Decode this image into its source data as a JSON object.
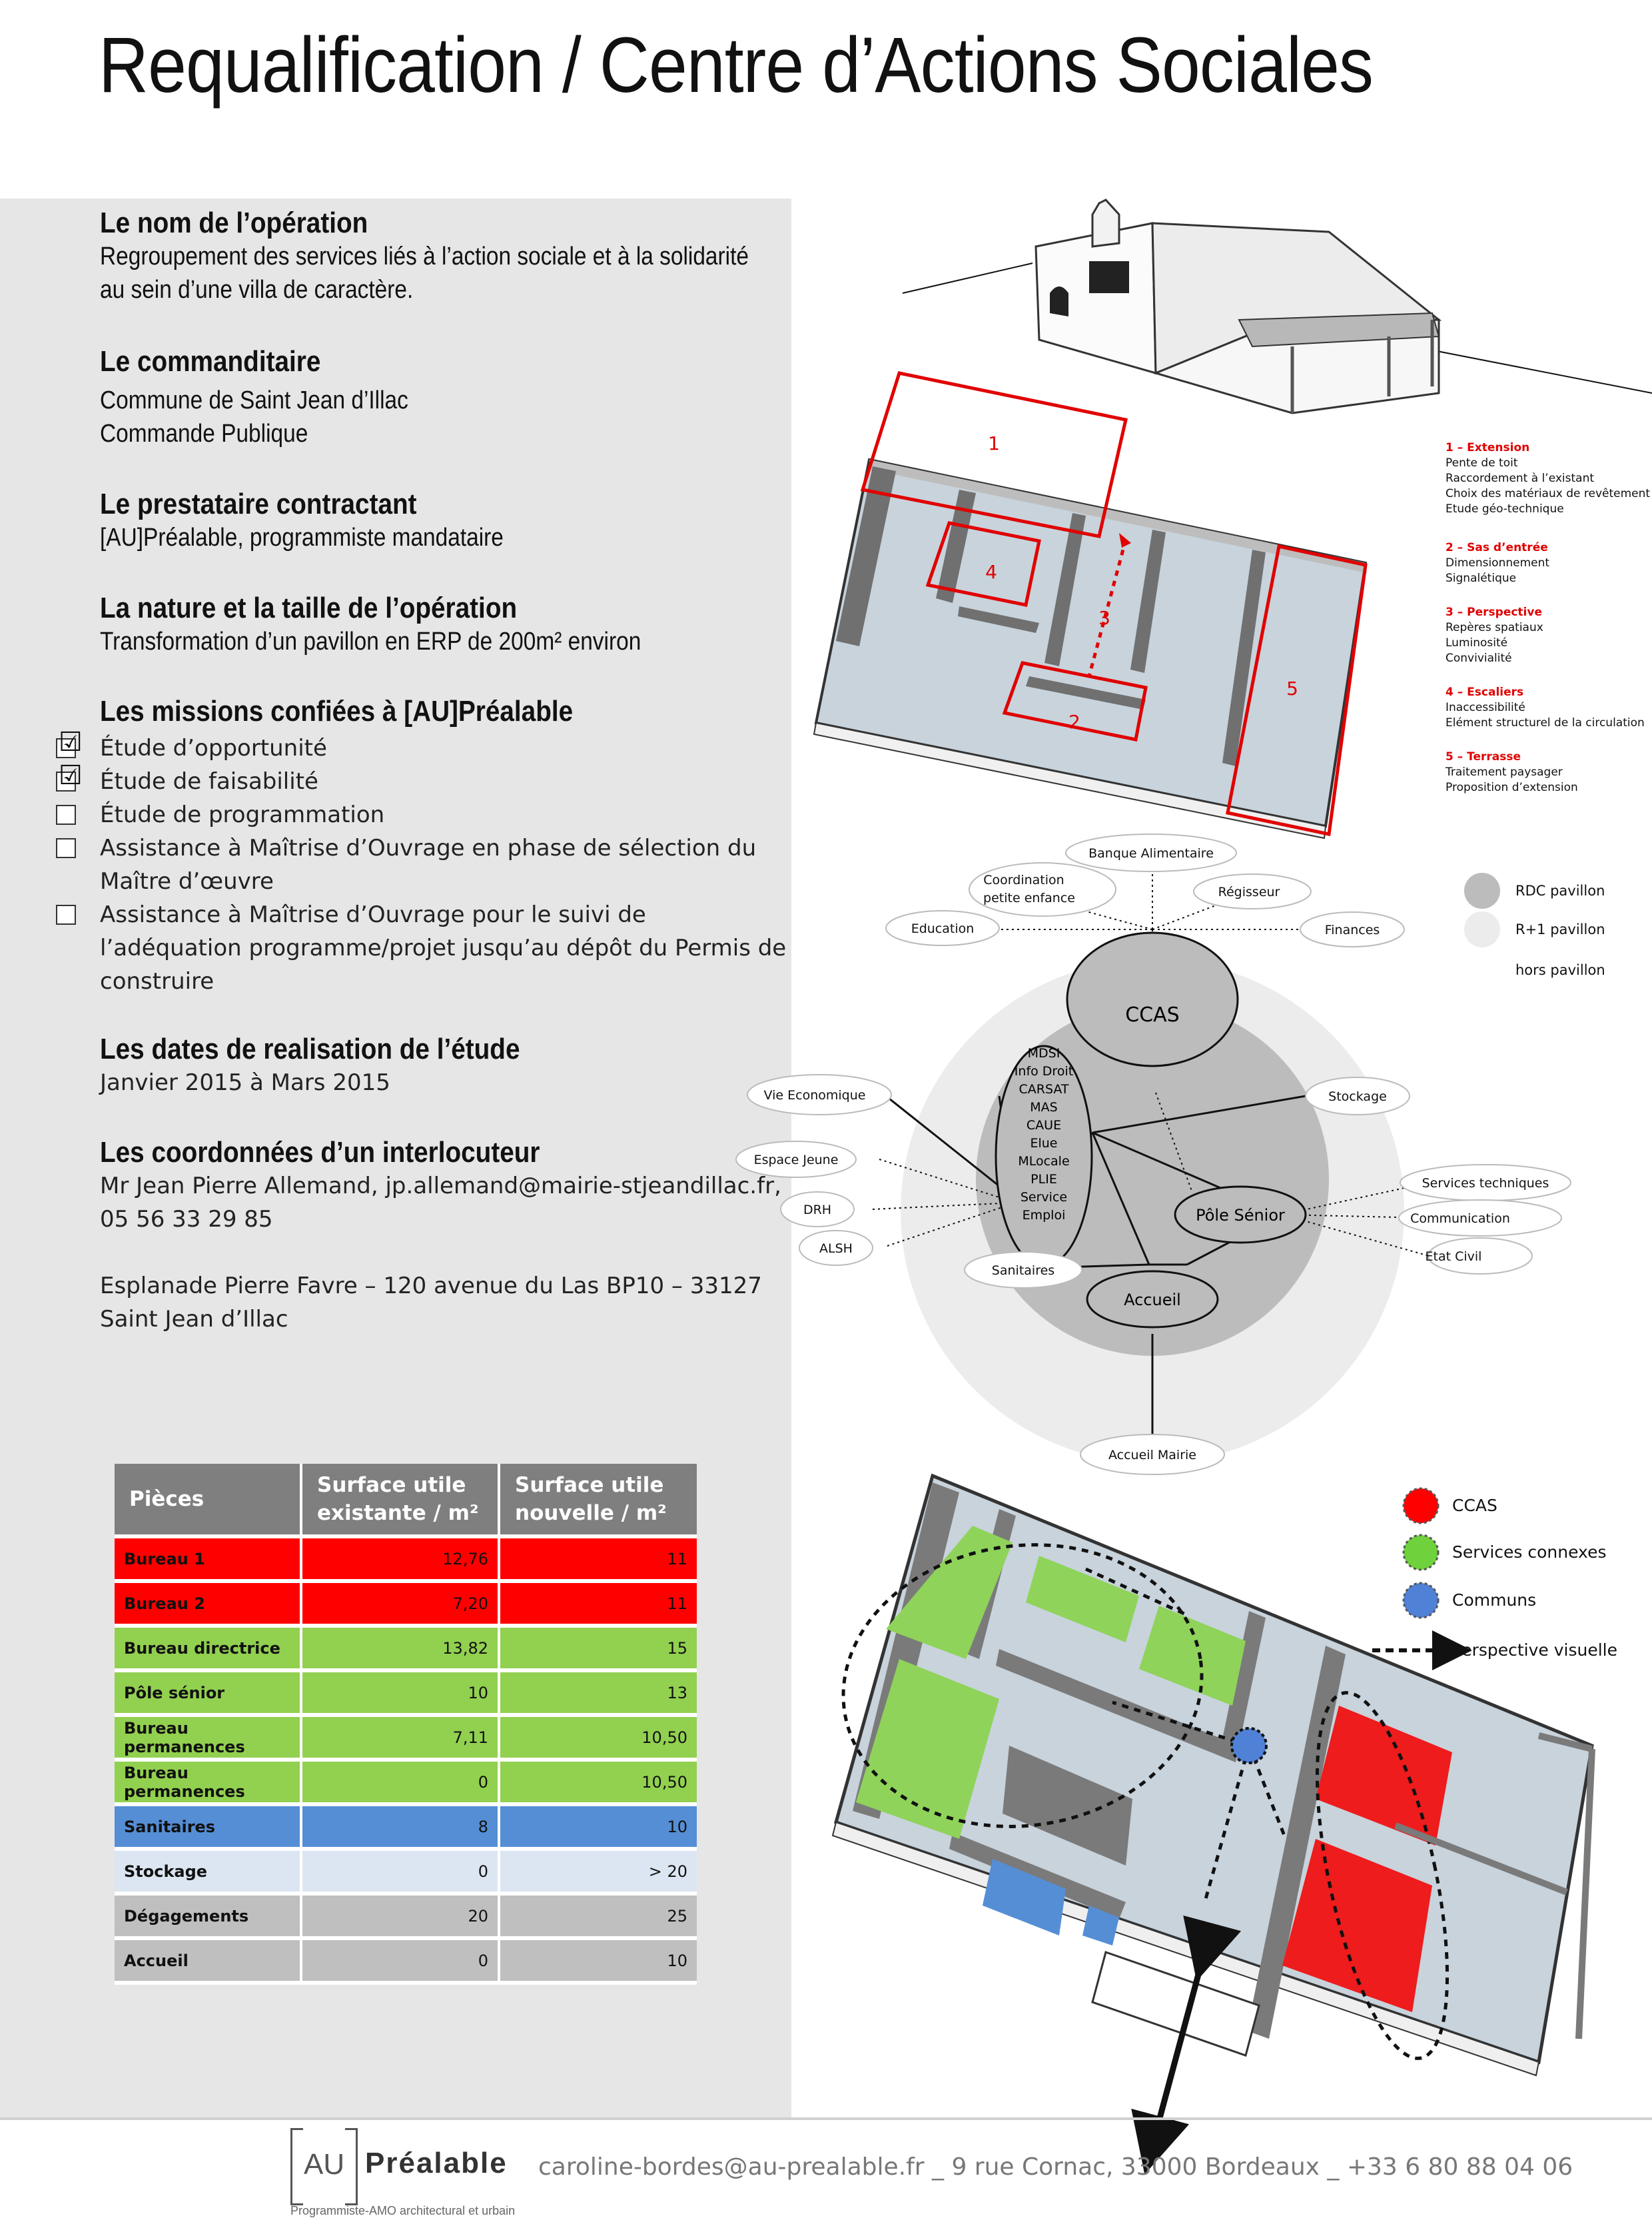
{
  "title": "Requalification / Centre d’Actions Sociales",
  "sections": {
    "nom": {
      "heading": "Le nom de l’opération",
      "lines": [
        "Regroupement des services liés à l’action sociale et à la solidarité",
        "au sein d’une villa de caractère."
      ]
    },
    "commanditaire": {
      "heading": "Le commanditaire",
      "lines": [
        "Commune de Saint Jean d’Illac",
        "Commande Publique"
      ]
    },
    "prestataire": {
      "heading": "Le prestataire contractant",
      "lines": [
        "[AU]Préalable, programmiste mandataire"
      ]
    },
    "nature": {
      "heading": "La nature et la taille de l’opération",
      "line": "Transformation d’un pavillon en ERP de 200m² environ"
    },
    "missions": {
      "heading": "Les missions confiées à [AU]Préalable",
      "items": [
        {
          "label": "Étude d’opportunité",
          "checked": true
        },
        {
          "label": "Étude de faisabilité",
          "checked": true
        },
        {
          "label": "Étude de programmation",
          "checked": false
        },
        {
          "label": "Assistance à Maîtrise d’Ouvrage en phase de sélection du Maître d’œuvre",
          "checked": false
        },
        {
          "label": "Assistance à Maîtrise d’Ouvrage pour le suivi de l’adéquation programme/projet jusqu’au dépôt du Permis de construire",
          "checked": false
        }
      ],
      "check_glyph": "☑"
    },
    "dates": {
      "heading": "Les dates de realisation de l’étude",
      "line": "Janvier 2015 à Mars 2015"
    },
    "coordonnees": {
      "heading": "Les coordonnées d’un interlocuteur",
      "lines": [
        "Mr Jean Pierre Allemand, jp.allemand@mairie-stjeandillac.fr,",
        "05 56 33 29 85"
      ],
      "address": [
        "Esplanade Pierre Favre – 120 avenue du Las BP10 – 33127",
        "Saint Jean d’Illac"
      ]
    }
  },
  "table": {
    "headers": [
      "Pièces",
      "Surface utile existante / m²",
      "Surface utile nouvelle / m²"
    ],
    "header_lines": [
      [
        "Pièces"
      ],
      [
        "Surface utile",
        "existante / m²"
      ],
      [
        "Surface utile",
        "nouvelle / m²"
      ]
    ],
    "rows": [
      {
        "piece": "Bureau 1",
        "existante": "12,76",
        "nouvelle": "11",
        "color": "#ff0000"
      },
      {
        "piece": "Bureau 2",
        "existante": "7,20",
        "nouvelle": "11",
        "color": "#ff0000"
      },
      {
        "piece": "Bureau directrice",
        "existante": "13,82",
        "nouvelle": "15",
        "color": "#92d050"
      },
      {
        "piece": "Pôle sénior",
        "existante": "10",
        "nouvelle": "13",
        "color": "#92d050"
      },
      {
        "piece": "Bureau permanences",
        "existante": "7,11",
        "nouvelle": "10,50",
        "color": "#92d050"
      },
      {
        "piece": "Bureau permanences",
        "existante": "0",
        "nouvelle": "10,50",
        "color": "#92d050"
      },
      {
        "piece": "Sanitaires",
        "existante": "8",
        "nouvelle": "10",
        "color": "#558ed5"
      },
      {
        "piece": "Stockage",
        "existante": "0",
        "nouvelle": "> 20",
        "color": "#dce6f2"
      },
      {
        "piece": "Dégagements",
        "existante": "20",
        "nouvelle": "25",
        "color": "#bfbfbf"
      },
      {
        "piece": "Accueil",
        "existante": "0",
        "nouvelle": "10",
        "color": "#bfbfbf"
      }
    ]
  },
  "plan_notes": {
    "marks": [
      "1",
      "2",
      "3",
      "4",
      "5"
    ],
    "items": [
      {
        "title": "1 – Extension",
        "lines": [
          "Pente de toit",
          "Raccordement à l’existant",
          "Choix des matériaux de revêtement",
          "Etude géo-technique"
        ]
      },
      {
        "title": "2 – Sas d’entrée",
        "lines": [
          "Dimensionnement",
          "Signalétique"
        ]
      },
      {
        "title": "3 – Perspective",
        "lines": [
          "Repères spatiaux",
          "Luminosité",
          "Convivialité"
        ]
      },
      {
        "title": "4 – Escaliers",
        "lines": [
          "Inaccessibilité",
          "Elément structurel de la circulation"
        ]
      },
      {
        "title": "5 – Terrasse",
        "lines": [
          "Traitement paysager",
          "Proposition d’extension"
        ]
      }
    ]
  },
  "organigram": {
    "legend": [
      "RDC pavillon",
      "R+1 pavillon",
      "hors pavillon"
    ],
    "center": "CCAS",
    "inner_list": [
      "MDSI",
      "Info Droit",
      "CARSAT",
      "MAS",
      "CAUE",
      "Elue",
      "MLocale",
      "PLIE",
      "Service",
      "Emploi"
    ],
    "pole": "Pôle Sénior",
    "accueil": "Accueil",
    "external": {
      "banque": "Banque Alimentaire",
      "coordination": [
        "Coordination",
        "petite enfance"
      ],
      "regisseur": "Régisseur",
      "education": "Education",
      "finances": "Finances",
      "vie": "Vie Economique",
      "stockage": "Stockage",
      "espace": "Espace Jeune",
      "drh": "DRH",
      "alsh": "ALSH",
      "sanitaires": "Sanitaires",
      "services": "Services techniques",
      "communication": "Communication",
      "etat": "Etat Civil",
      "accueil_mairie": "Accueil Mairie"
    }
  },
  "zoning_legend": [
    {
      "label": "CCAS",
      "color": "#ff0000"
    },
    {
      "label": "Services connexes",
      "color": "#6fd13c"
    },
    {
      "label": "Communs",
      "color": "#4f81d6"
    },
    {
      "label": "Perspective visuelle",
      "color": ""
    }
  ],
  "colors": {
    "accent_red": "#ff0000",
    "panel": "#e6e6e6",
    "header_gray": "#7f7f7f"
  },
  "footer": {
    "logo_au": "AU",
    "logo_name": "Préalable",
    "logo_sub": "Programmiste-AMO architectural et urbain",
    "contact": "caroline-bordes@au-prealable.fr _ 9 rue Cornac, 33000 Bordeaux _ +33 6 80 88 04 06"
  }
}
